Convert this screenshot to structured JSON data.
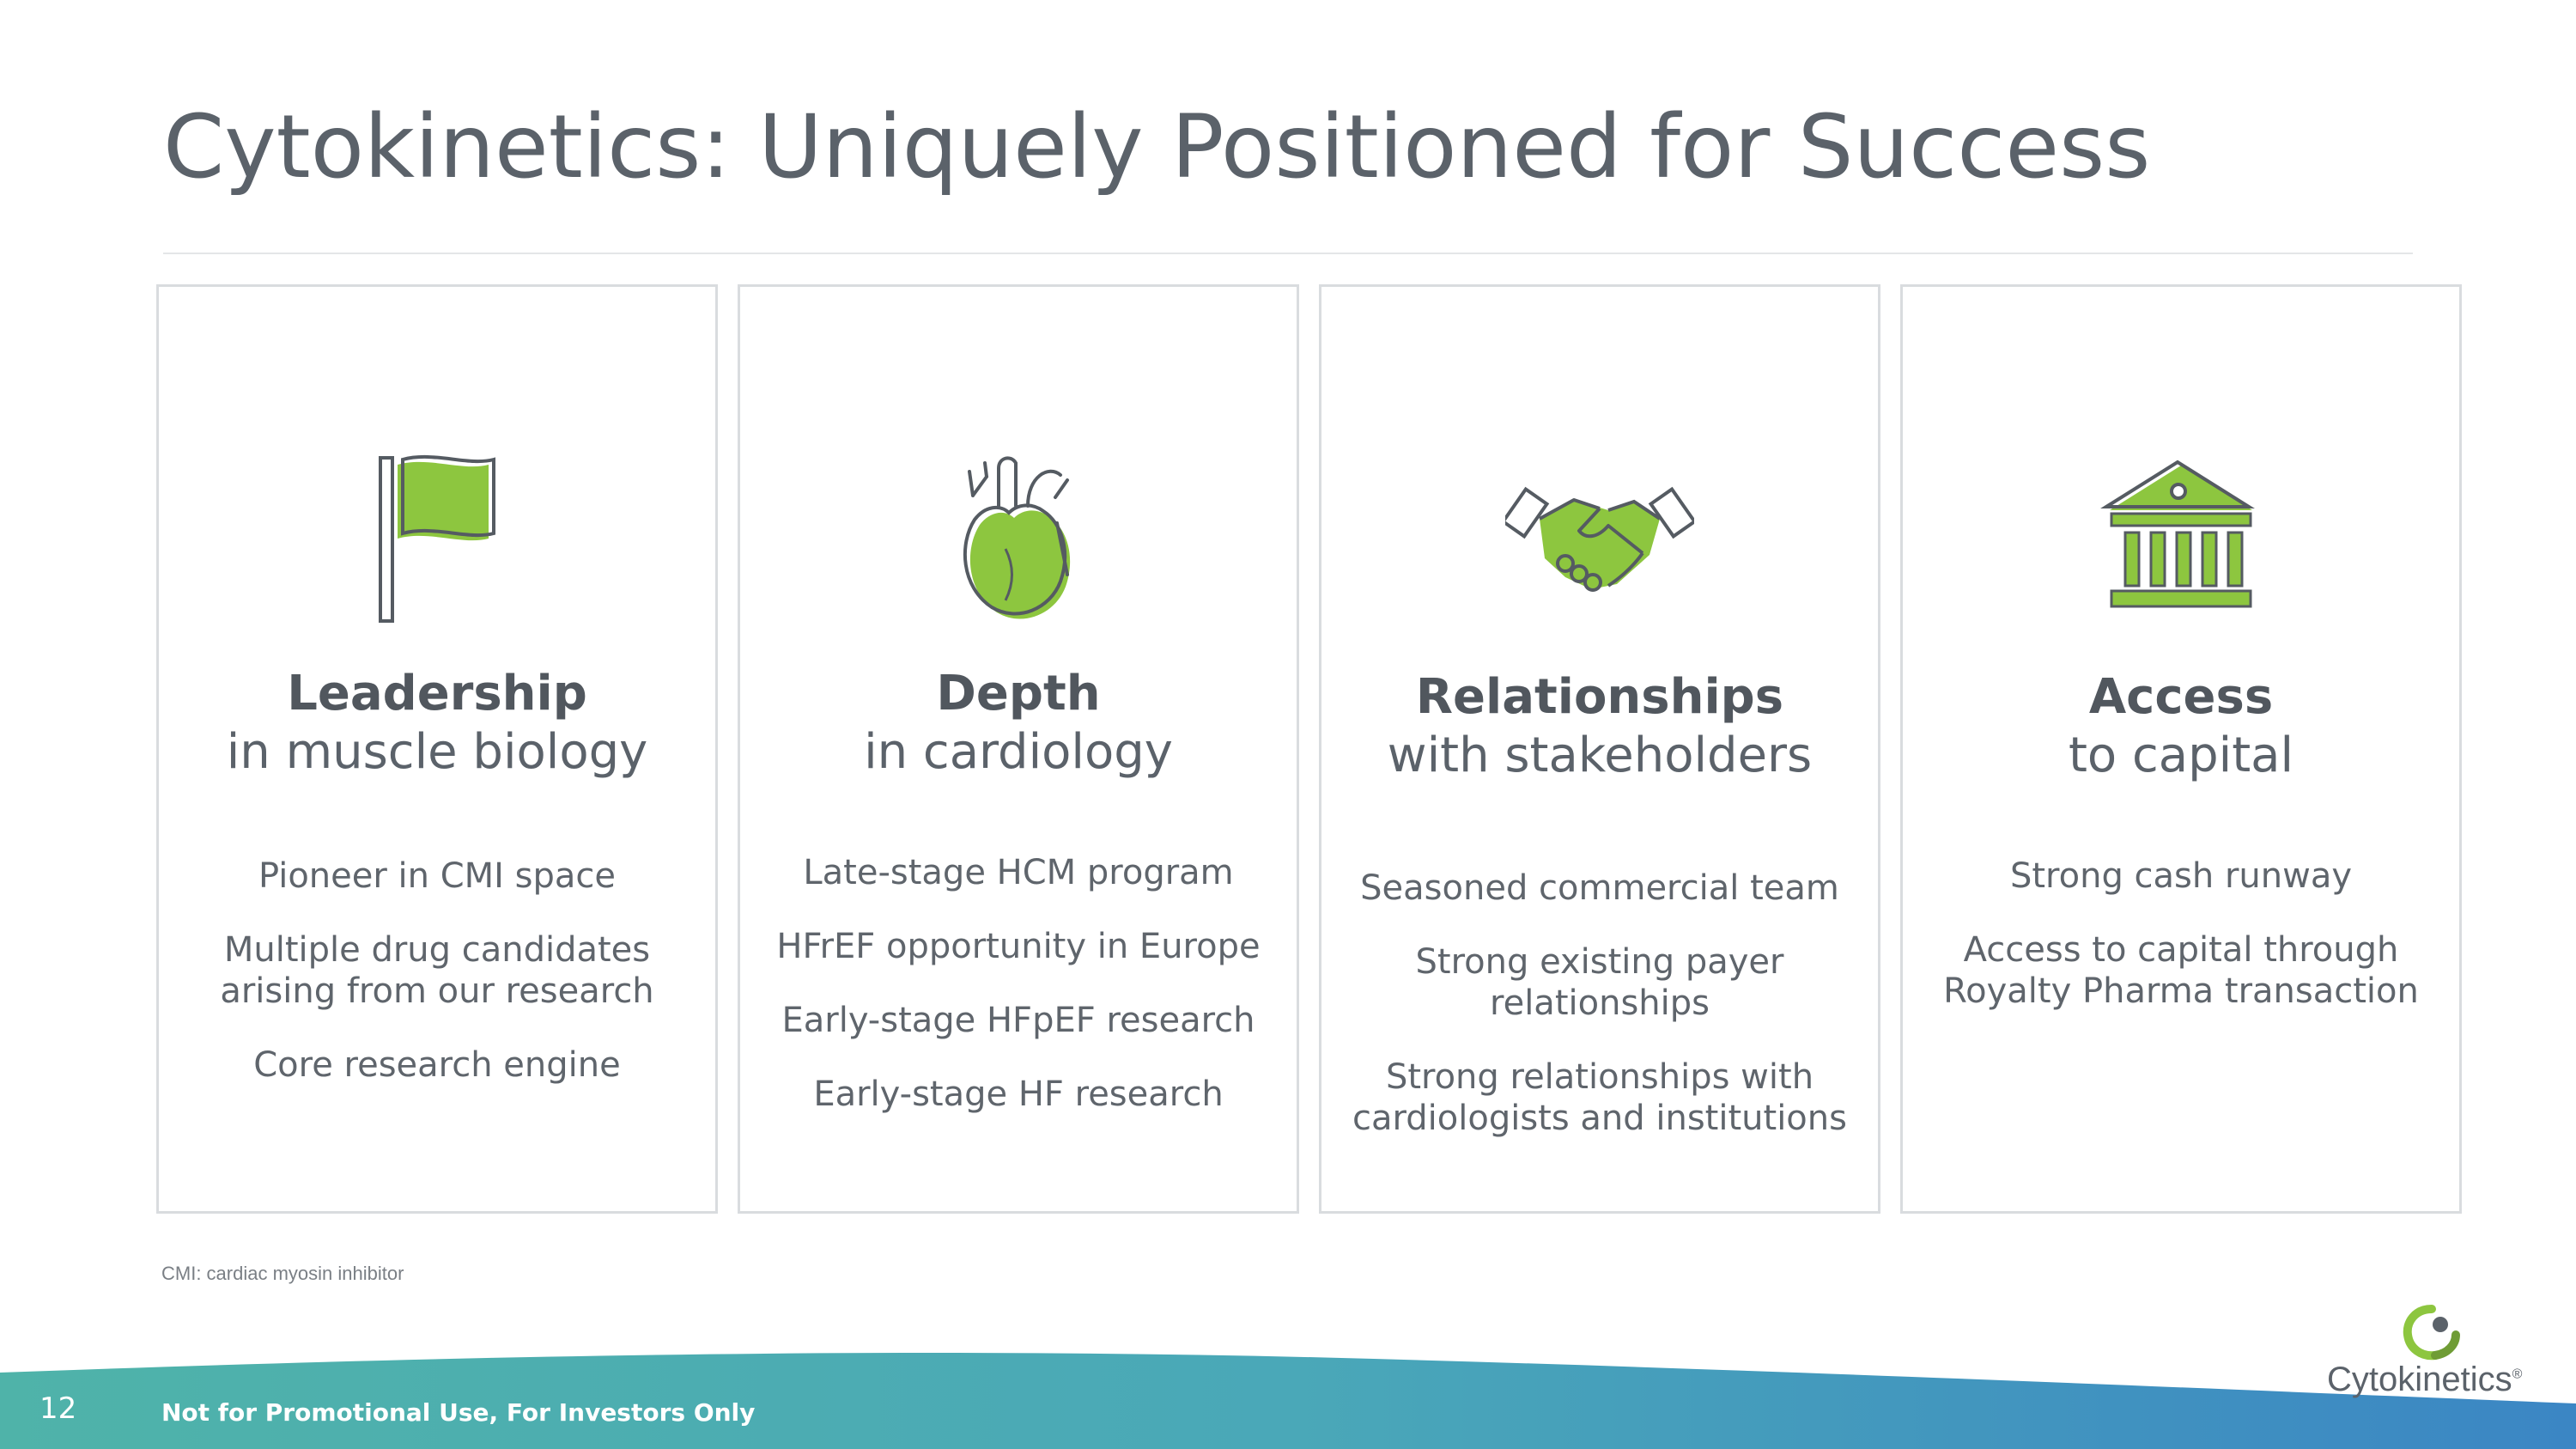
{
  "header": {
    "title": "Cytokinetics: Uniquely Positioned for Success"
  },
  "cards": [
    {
      "icon": "flag-icon",
      "heading_bold": "Leadership",
      "heading_sub": "in muscle biology",
      "bullets": [
        "Pioneer in CMI space",
        "Multiple drug candidates arising from our research",
        "Core research engine"
      ]
    },
    {
      "icon": "heart-icon",
      "heading_bold": "Depth",
      "heading_sub": "in cardiology",
      "bullets": [
        "Late-stage HCM program",
        "HFrEF opportunity in Europe",
        "Early-stage HFpEF research",
        "Early-stage HF research"
      ]
    },
    {
      "icon": "handshake-icon",
      "heading_bold": "Relationships",
      "heading_sub": "with stakeholders",
      "bullets": [
        "Seasoned commercial team",
        "Strong existing payer relationships",
        "Strong relationships with cardiologists and institutions"
      ]
    },
    {
      "icon": "bank-building-icon",
      "heading_bold": "Access",
      "heading_sub": "to capital",
      "bullets": [
        "Strong cash runway",
        "Access to capital through Royalty Pharma transaction"
      ]
    }
  ],
  "footnote": "CMI: cardiac myosin inhibitor",
  "footer": {
    "page_number": "12",
    "disclaimer": "Not for Promotional Use, For Investors Only"
  },
  "logo": {
    "name": "Cytokinetics",
    "mark": "®"
  },
  "colors": {
    "accent_green": "#8dc63f",
    "title_gray": "#5b626a",
    "wave_teal": "#4fb3a9",
    "wave_blue": "#3b86c4"
  }
}
